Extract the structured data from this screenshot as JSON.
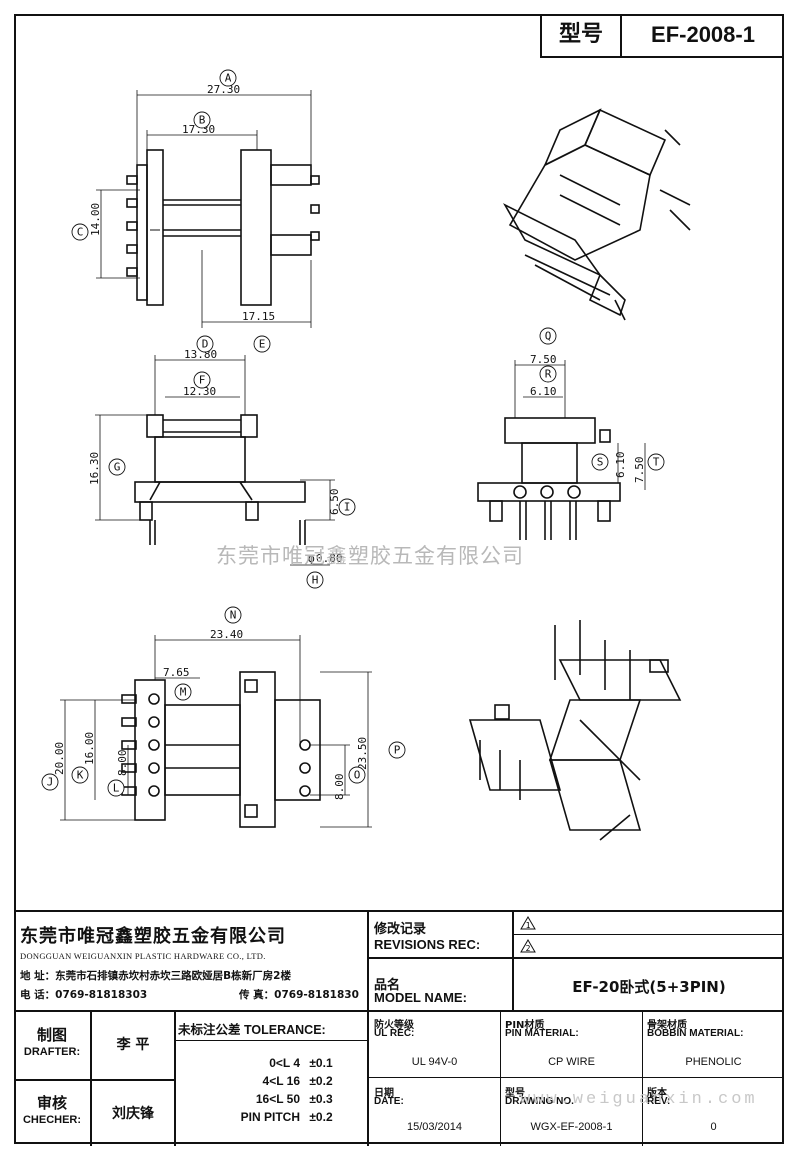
{
  "header": {
    "model_label": "型号",
    "model_value": "EF-2008-1"
  },
  "watermark": {
    "company": "东莞市唯冠鑫塑胶五金有限公司",
    "site": "www.weiguanxin.com"
  },
  "dimensions": {
    "A": "27.30",
    "B": "17.30",
    "C": "14.00",
    "D": "13.80",
    "E": "17.15",
    "F": "12.30",
    "G": "16.30",
    "H": "0.80",
    "H_prefix": "φ",
    "I": "6.50",
    "Q": "7.50",
    "R": "6.10",
    "S": "6.10",
    "T": "7.50",
    "N": "23.40",
    "M": "7.65",
    "J": "20.00",
    "K": "16.00",
    "L": "8.00",
    "O": "8.00",
    "P": "23.50"
  },
  "callouts": {
    "A": "A",
    "B": "B",
    "C": "C",
    "D": "D",
    "E": "E",
    "F": "F",
    "G": "G",
    "H": "H",
    "I": "I",
    "J": "J",
    "K": "K",
    "L": "L",
    "M": "M",
    "N": "N",
    "O": "O",
    "P": "P",
    "Q": "Q",
    "R": "R",
    "S": "S",
    "T": "T"
  },
  "title_block": {
    "company_cn": "东莞市唯冠鑫塑胶五金有限公司",
    "company_en": "DONGGUAN WEIGUANXIN PLASTIC HARDWARE CO., LTD.",
    "address_label": "地  址：",
    "address": "东莞市石排镇赤坎村赤坎三路欧娅居B栋新厂房2楼",
    "phone_label": "电  话：",
    "phone": "0769-81818303",
    "fax_label": "传  真：",
    "fax": "0769-8181830",
    "revisions_cn": "修改记录",
    "revisions_en": "REVISIONS REC:",
    "rev1": "1",
    "rev2": "2",
    "model_name_cn": "品名",
    "model_name_en": "MODEL NAME:",
    "model_name": "EF-20卧式(5+3PIN)",
    "drafter_cn": "制图",
    "drafter_en": "DRAFTER:",
    "drafter": "李  平",
    "checker_cn": "审核",
    "checker_en": "CHECHER:",
    "checker": "刘庆锋",
    "tolerance_title_cn": "未标注公差",
    "tolerance_title_en": "TOLERANCE:",
    "tolerances": [
      {
        "range": "0<L  4",
        "value": "±0.1"
      },
      {
        "range": "4<L  16",
        "value": "±0.2"
      },
      {
        "range": "16<L  50",
        "value": "±0.3"
      },
      {
        "range": "PIN PITCH",
        "value": "±0.2"
      }
    ],
    "ul_cn": "防火等级",
    "ul_en": "UL REC:",
    "ul_value": "UL 94V-0",
    "pin_cn": "PIN材质",
    "pin_en": "PIN MATERIAL:",
    "pin_value": "CP WIRE",
    "bobbin_cn": "骨架材质",
    "bobbin_en": "BOBBIN MATERIAL:",
    "bobbin_value": "PHENOLIC",
    "date_cn": "日期",
    "date_en": "DATE:",
    "date_value": "15/03/2014",
    "drawing_cn": "型号",
    "drawing_en": "DRAWING NO.",
    "drawing_value": "WGX-EF-2008-1",
    "rev_cn": "版本",
    "rev_en": "REV:",
    "rev_value": "0"
  }
}
